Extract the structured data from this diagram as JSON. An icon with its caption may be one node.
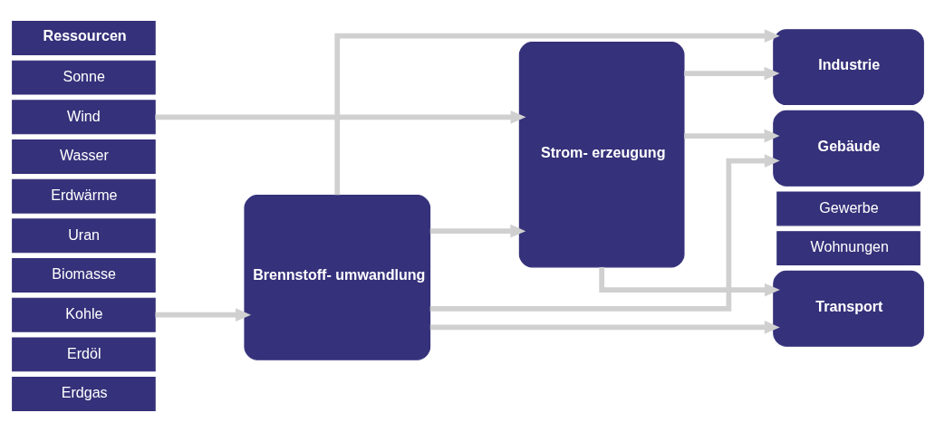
{
  "diagram": {
    "nodes": [
      {
        "text": [
          "Ressourcen"
        ]
      },
      {
        "text": [
          "Sonne"
        ]
      },
      {
        "text": [
          "Wind"
        ]
      },
      {
        "text": [
          "Wasser"
        ]
      },
      {
        "text": [
          "Erdwärme"
        ]
      },
      {
        "text": [
          "Uran"
        ]
      },
      {
        "text": [
          "Biomasse"
        ]
      },
      {
        "text": [
          "Kohle"
        ]
      },
      {
        "text": [
          "Erdöl"
        ]
      },
      {
        "text": [
          "Erdgas"
        ]
      },
      {
        "text": [
          "Brennstoff- umwandlung"
        ]
      },
      {
        "text": [
          "Strom- erzeugung"
        ]
      },
      {
        "text": [
          "Industrie"
        ]
      },
      {
        "text": [
          "Gebäude"
        ]
      },
      {
        "text": [
          "Gewerbe"
        ]
      },
      {
        "text": [
          "Wohnungen"
        ]
      },
      {
        "text": [
          "Transport"
        ]
      }
    ],
    "edges": [
      {
        "from": 2,
        "to": 11,
        "arrow": "to"
      },
      {
        "from": 7,
        "to": 10,
        "arrow": "to"
      },
      {
        "from": 10,
        "to": 11,
        "arrow": "to"
      },
      {
        "from": 11,
        "to": 12,
        "arrow": "to"
      },
      {
        "from": 11,
        "to": 13,
        "arrow": "to"
      },
      {
        "from": 11,
        "to": 16,
        "arrow": "to"
      },
      {
        "from": 10,
        "to": 12,
        "arrow": "to"
      },
      {
        "from": 10,
        "to": 13,
        "arrow": "to"
      },
      {
        "from": 10,
        "to": 16,
        "arrow": "to"
      }
    ]
  }
}
